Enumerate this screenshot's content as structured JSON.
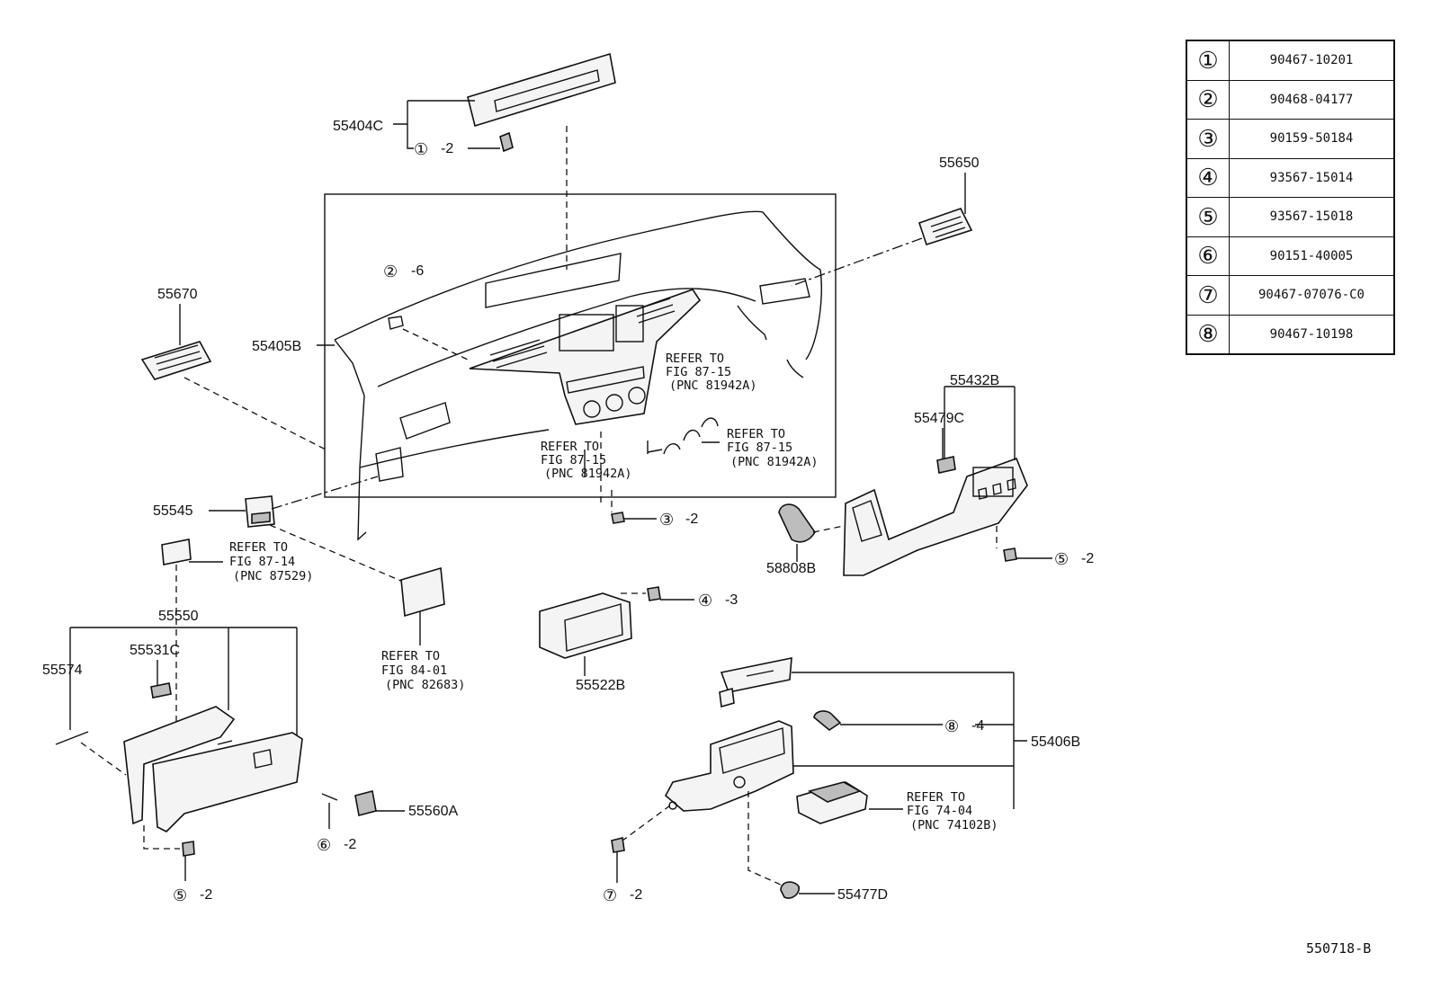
{
  "diagram": {
    "page_code": "550718-B",
    "parts_table": [
      {
        "key": "①",
        "part_no": "90467-10201"
      },
      {
        "key": "②",
        "part_no": "90468-04177"
      },
      {
        "key": "③",
        "part_no": "90159-50184"
      },
      {
        "key": "④",
        "part_no": "93567-15014"
      },
      {
        "key": "⑤",
        "part_no": "93567-15018"
      },
      {
        "key": "⑥",
        "part_no": "90151-40005"
      },
      {
        "key": "⑦",
        "part_no": "90467-07076-C0"
      },
      {
        "key": "⑧",
        "part_no": "90467-10198"
      }
    ],
    "labels": {
      "p55404C": "55404C",
      "p55650": "55650",
      "p55670": "55670",
      "p55405B": "55405B",
      "p55432B": "55432B",
      "p55479C": "55479C",
      "p55545": "55545",
      "p58808B": "58808B",
      "p55550": "55550",
      "p55531C": "55531C",
      "p55574": "55574",
      "p55522B": "55522B",
      "p55560A": "55560A",
      "p55406B": "55406B",
      "p55477D": "55477D"
    },
    "callouts": {
      "c1": {
        "sym": "①",
        "qty": "-2"
      },
      "c2": {
        "sym": "②",
        "qty": "-6"
      },
      "c3": {
        "sym": "③",
        "qty": "-2"
      },
      "c4": {
        "sym": "④",
        "qty": "-3"
      },
      "c5a": {
        "sym": "⑤",
        "qty": "-2"
      },
      "c5b": {
        "sym": "⑤",
        "qty": "-2"
      },
      "c6": {
        "sym": "⑥",
        "qty": "-2"
      },
      "c7": {
        "sym": "⑦",
        "qty": "-2"
      },
      "c8": {
        "sym": "⑧",
        "qty": "-4"
      }
    },
    "refs": {
      "r1": {
        "a": "REFER TO",
        "b": "FIG 87-15",
        "c": "(PNC 81942A)"
      },
      "r2": {
        "a": "REFER TO",
        "b": "FIG 87-15",
        "c": "(PNC 81942A)"
      },
      "r3": {
        "a": "REFER TO",
        "b": "FIG 87-15",
        "c": "(PNC 81942A)"
      },
      "r4": {
        "a": "REFER TO",
        "b": "FIG 87-14",
        "c": "(PNC 87529)"
      },
      "r5": {
        "a": "REFER TO",
        "b": "FIG 84-01",
        "c": "(PNC 82683)"
      },
      "r6": {
        "a": "REFER TO",
        "b": "FIG 74-04",
        "c": "(PNC 74102B)"
      }
    }
  }
}
